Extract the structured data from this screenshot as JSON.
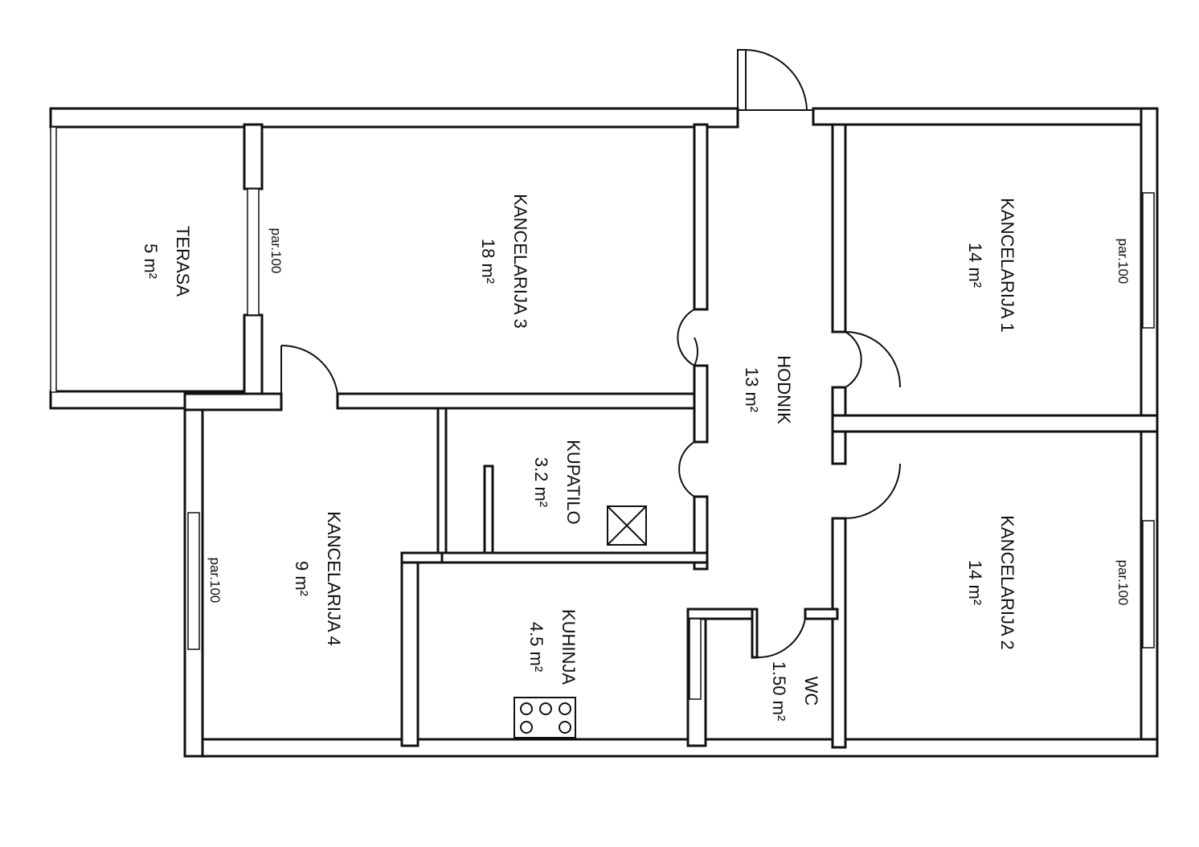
{
  "rooms": {
    "terasa": {
      "name": "TERASA",
      "area": "5 m²"
    },
    "kancelarija3": {
      "name": "KANCELARIJA 3",
      "area": "18 m²"
    },
    "kancelarija1": {
      "name": "KANCELARIJA 1",
      "area": "14 m²"
    },
    "hodnik": {
      "name": "HODNIK",
      "area": "13 m²"
    },
    "kupatilo": {
      "name": "KUPATILO",
      "area": "3.2 m²"
    },
    "kancelarija4": {
      "name": "KANCELARIJA 4",
      "area": "9 m²"
    },
    "kuhinja": {
      "name": "KUHINJA",
      "area": "4.5 m²"
    },
    "wc": {
      "name": "WC",
      "area": "1.50 m²"
    },
    "kancelarija2": {
      "name": "KANCELARIJA 2",
      "area": "14 m²"
    }
  },
  "windows": {
    "w_terasa": "par.100",
    "w_k1": "par.100",
    "w_k4": "par.100",
    "w_k2": "par.100"
  },
  "colors": {
    "line": "#111111",
    "background": "#ffffff"
  }
}
